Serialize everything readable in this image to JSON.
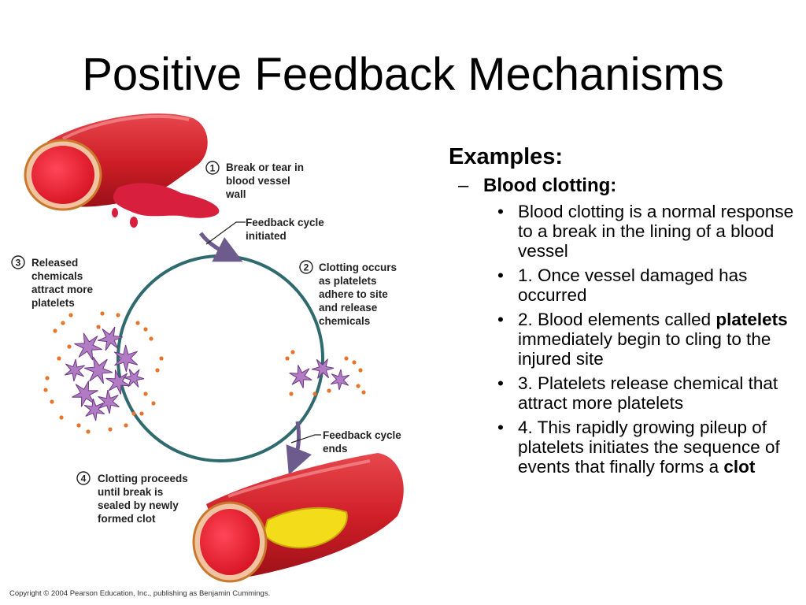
{
  "title": "Positive Feedback Mechanisms",
  "diagram": {
    "steps": [
      {
        "num": "1",
        "lines": [
          "Break or tear in",
          "blood vessel",
          "wall"
        ]
      },
      {
        "num": "2",
        "lines": [
          "Clotting occurs",
          "as platelets",
          "adhere to site",
          "and release",
          "chemicals"
        ]
      },
      {
        "num": "3",
        "lines": [
          "Released",
          "chemicals",
          "attract more",
          "platelets"
        ]
      },
      {
        "num": "4",
        "lines": [
          "Clotting proceeds",
          "until break is",
          "sealed by newly",
          "formed clot"
        ]
      }
    ],
    "feedback_start": [
      "Feedback cycle",
      "initiated"
    ],
    "feedback_end": [
      "Feedback cycle",
      "ends"
    ],
    "copyright": "Copyright © 2004 Pearson Education, Inc., publishing as Benjamin Cummings."
  },
  "content": {
    "heading": "Examples:",
    "dash": "–",
    "subheading": "Blood clotting:",
    "bullet_char": "•",
    "bullets": [
      {
        "pre": "Blood clotting is a normal response to a break in the lining of a blood vessel",
        "bold": "",
        "post": ""
      },
      {
        "pre": "1. Once vessel damaged has occurred",
        "bold": "",
        "post": ""
      },
      {
        "pre": "2. Blood elements called ",
        "bold": "platelets",
        "post": " immediately begin to cling to the injured site"
      },
      {
        "pre": "3. Platelets release chemical that attract more platelets",
        "bold": "",
        "post": ""
      },
      {
        "pre": "4. This rapidly growing pileup of platelets initiates the sequence of events that finally forms a ",
        "bold": "clot",
        "post": ""
      }
    ]
  },
  "colors": {
    "vessel_red": "#d9262b",
    "vessel_dark": "#a3121a",
    "lumen_red": "#ee2636",
    "cycle_teal": "#2f6b6e",
    "arrow_purple": "#6d5b8e",
    "platelet_purple": "#b27cc4",
    "dot_orange": "#e8742b",
    "clot_yellow": "#f3dc1a"
  }
}
